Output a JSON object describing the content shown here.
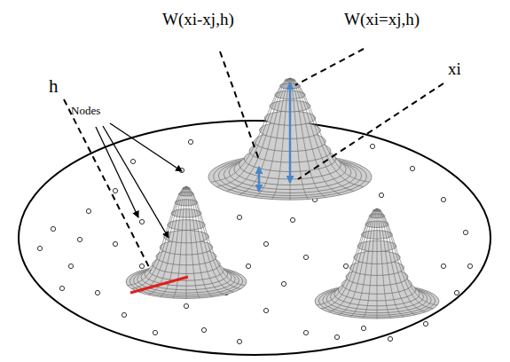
{
  "diagram": {
    "labels": [
      "W(xi-xj,h)",
      "W(xi=xj,h)",
      "Nodes",
      "h",
      "xi"
    ]
  }
}
